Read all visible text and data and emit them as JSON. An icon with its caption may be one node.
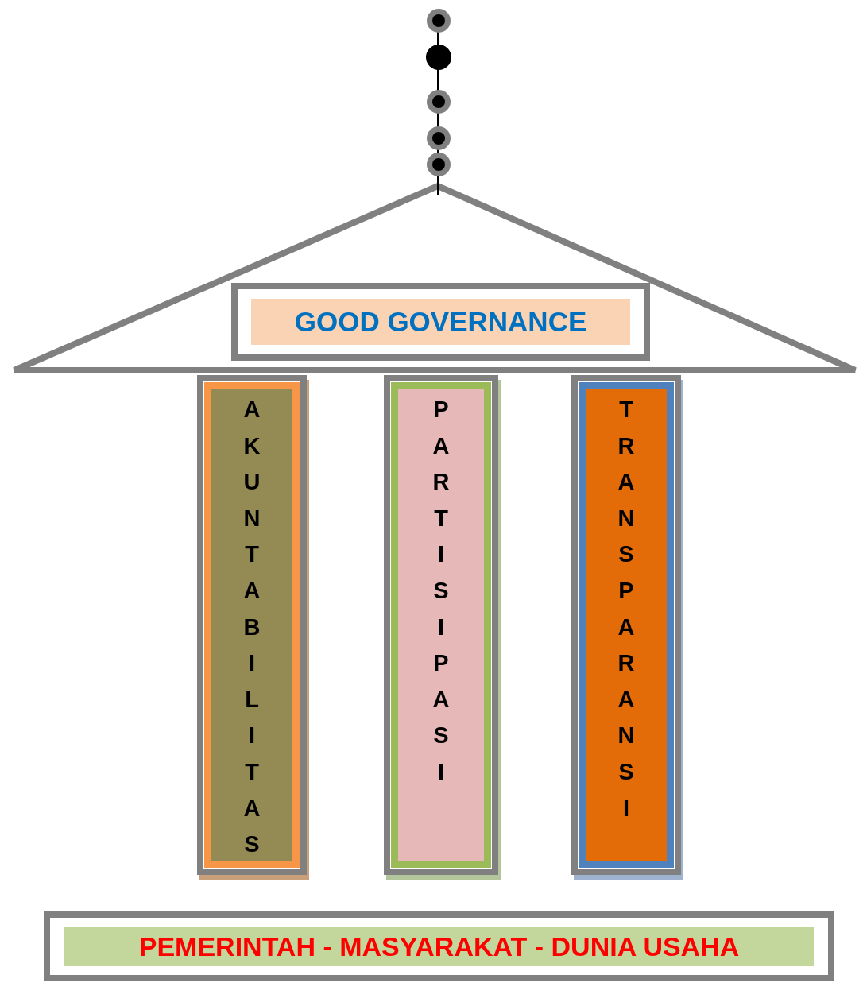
{
  "diagram": {
    "nodes": [
      {
        "text": [
          "GOOD GOVERNANCE"
        ]
      },
      {
        "text": [
          "AKUNTABILITAS"
        ]
      },
      {
        "text": [
          "PARTISIPASI"
        ]
      },
      {
        "text": [
          "TRANSPARANSI"
        ]
      },
      {
        "text": [
          "PEMERINTAH - MASYARAKAT - DUNIA USAHA"
        ]
      }
    ]
  }
}
